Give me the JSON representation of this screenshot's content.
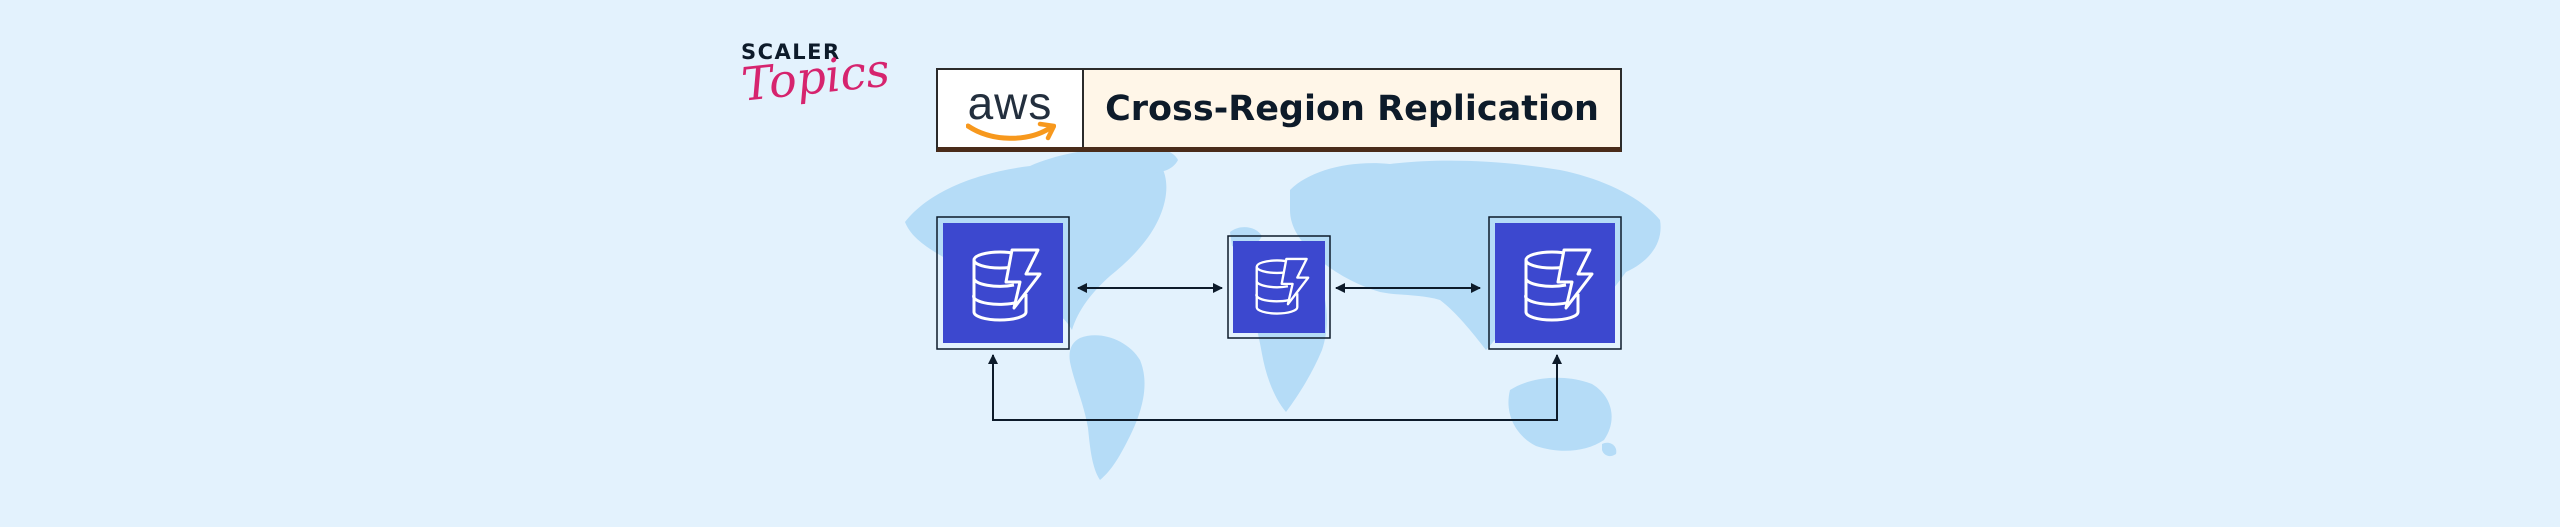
{
  "brand": {
    "line1": "SCALER",
    "line2": "Topics"
  },
  "header": {
    "logo_text": "aws",
    "title": "Cross-Region Replication"
  },
  "colors": {
    "background": "#e3f2fd",
    "map": "#b5dcf7",
    "node_fill": "#3c48cf",
    "header_fill": "#fff6e8",
    "brand_pink": "#d6246e",
    "aws_orange": "#f7981d"
  },
  "nodes": [
    {
      "id": "left-db",
      "icon": "dynamodb-icon"
    },
    {
      "id": "center-db",
      "icon": "dynamodb-icon"
    },
    {
      "id": "right-db",
      "icon": "dynamodb-icon"
    }
  ],
  "connections": [
    {
      "from": "left-db",
      "to": "center-db",
      "direction": "both"
    },
    {
      "from": "center-db",
      "to": "right-db",
      "direction": "both"
    },
    {
      "from": "left-db",
      "to": "right-db",
      "direction": "both"
    }
  ]
}
